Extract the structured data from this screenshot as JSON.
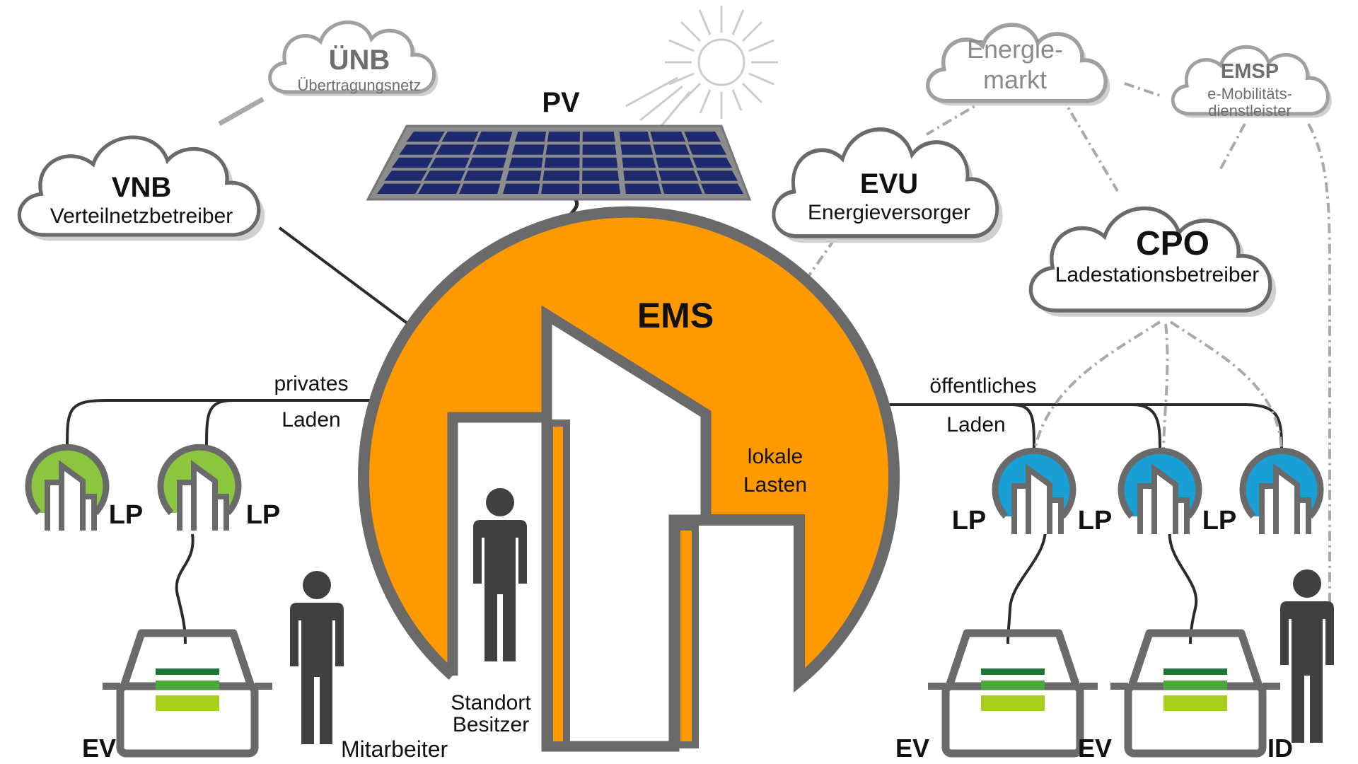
{
  "pv": {
    "label": "PV"
  },
  "uenb": {
    "title": "ÜNB",
    "subtitle": "Übertragungsnetz"
  },
  "vnb": {
    "title": "VNB",
    "subtitle": "Verteilnetzbetreiber"
  },
  "evu": {
    "title": "EVU",
    "subtitle": "Energieversorger"
  },
  "energiemarkt": {
    "line1": "Energie-",
    "line2": "markt"
  },
  "emsp": {
    "title": "EMSP",
    "line1": "e-Mobilitäts-",
    "line2": "dienstleister"
  },
  "cpo": {
    "title": "CPO",
    "subtitle": "Ladestationsbetreiber"
  },
  "ems": {
    "title": "EMS",
    "loads_line1": "lokale",
    "loads_line2": "Lasten"
  },
  "private_charging": {
    "line1": "privates",
    "line2": "Laden"
  },
  "public_charging": {
    "line1": "öffentliches",
    "line2": "Laden"
  },
  "charge_point_label": "LP",
  "ev_label": "EV",
  "people": {
    "employee": "Mitarbeiter",
    "owner_line1": "Standort",
    "owner_line2": "Besitzer",
    "id": "ID"
  },
  "colors": {
    "ems_fill": "#ff9900",
    "frame_gray": "#6a6a6a",
    "private_lp": "#8cc63f",
    "public_lp": "#1a9fd4",
    "ev_bar_dark": "#1a7a33",
    "ev_bar_mid": "#4aa83a",
    "ev_bar_light": "#a8cf1e",
    "person": "#404040",
    "panel_cell": "#1e2a6e"
  }
}
